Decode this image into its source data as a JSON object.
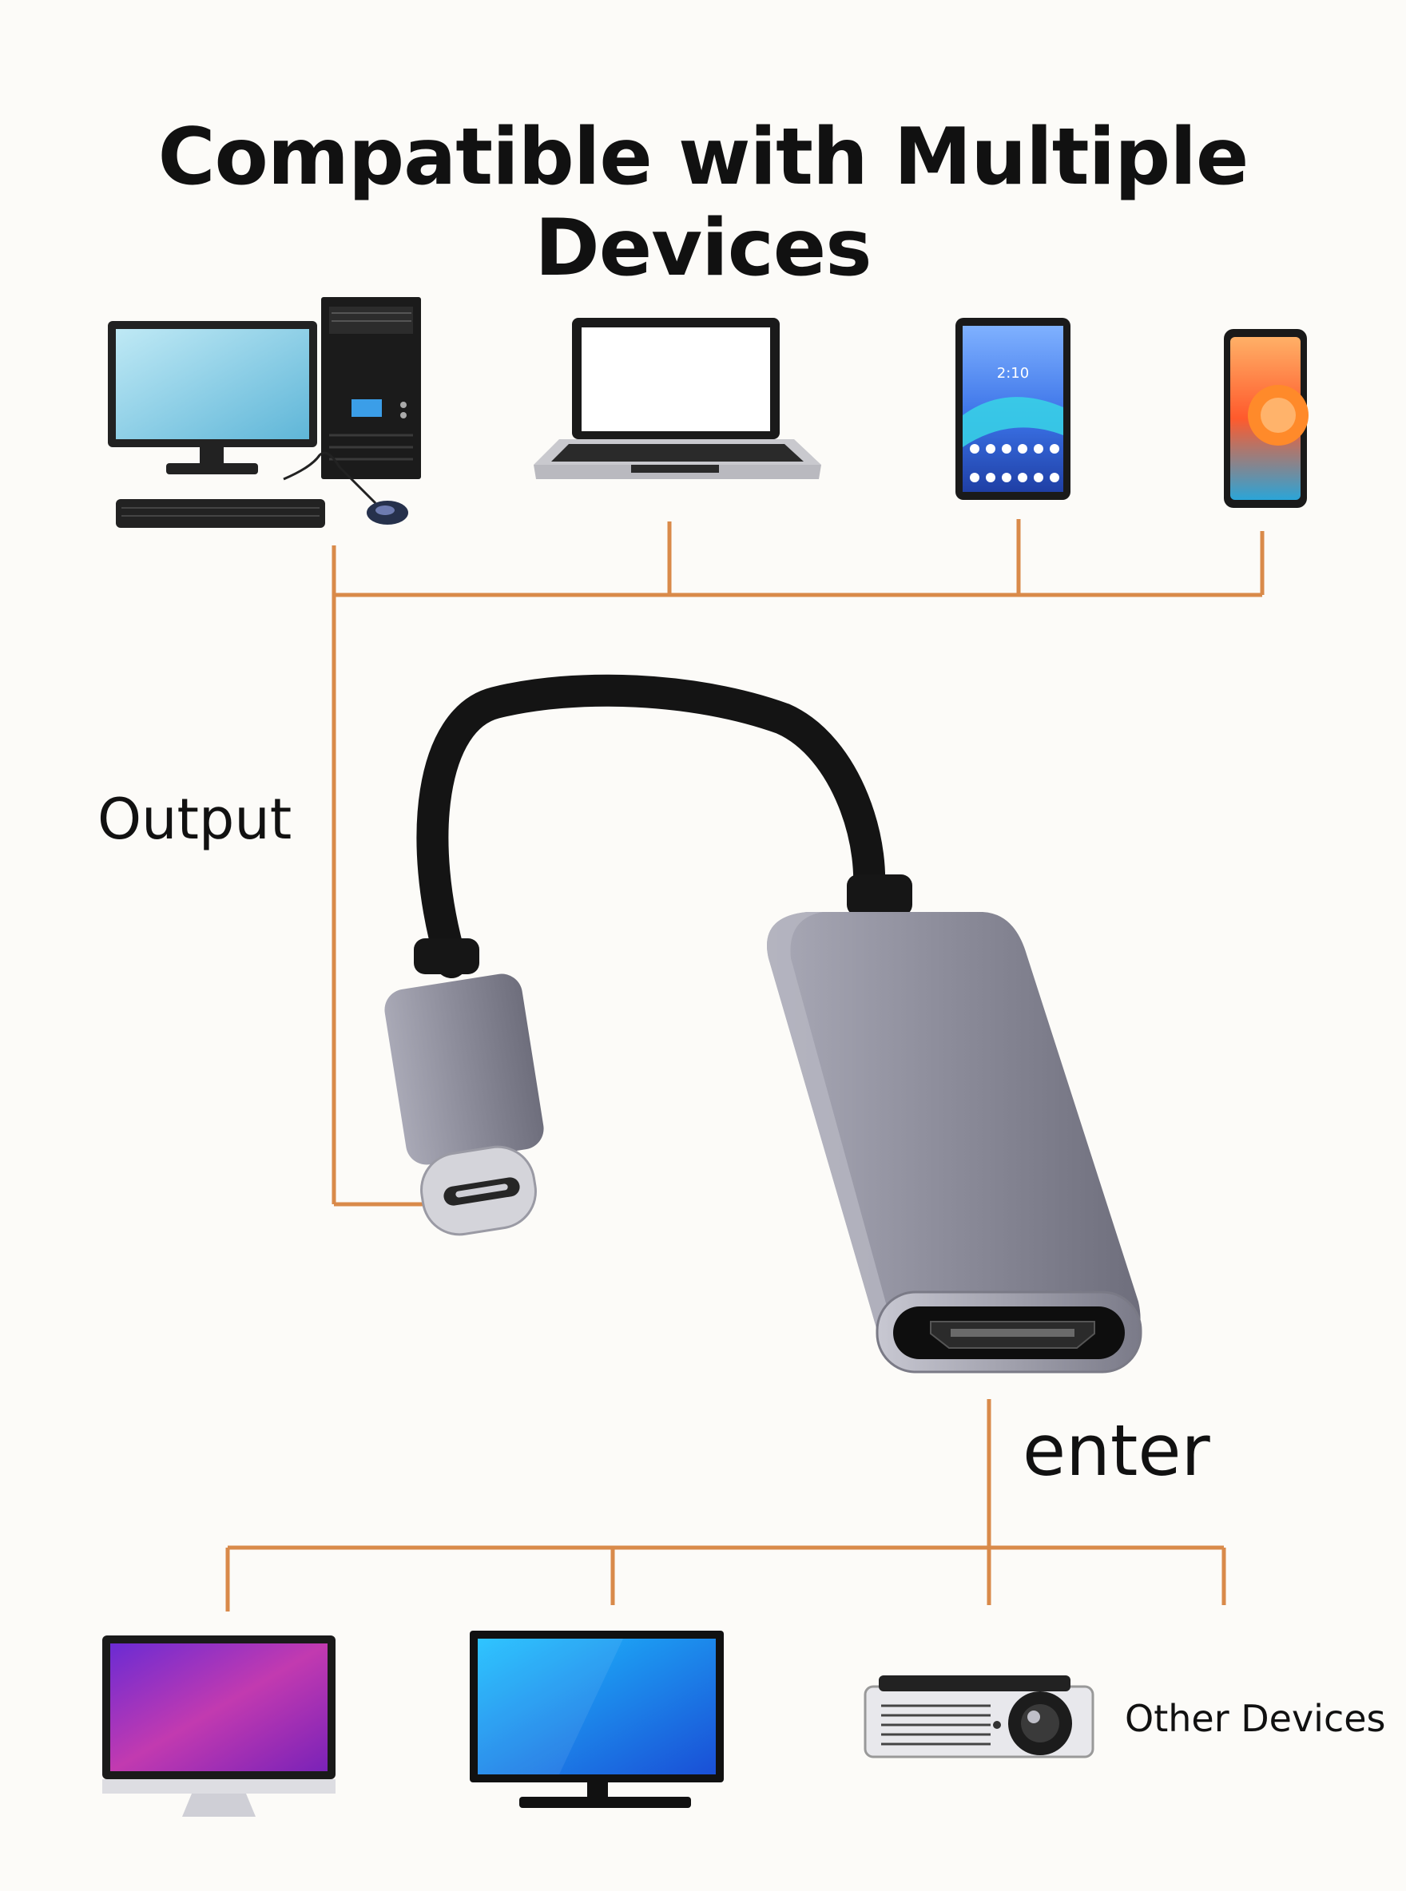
{
  "title": "Compatible with Multiple Devices",
  "labels": {
    "output": "Output",
    "input": "enter",
    "other_devices": "Other Devices"
  },
  "tablet_clock": "2:10",
  "colors": {
    "connector_line": "#d98a4a",
    "adapter_body": "#8c8c9b",
    "cable": "#111111",
    "background": "#fcfbf8"
  },
  "icons": {
    "source_devices": [
      "desktop-computer-icon",
      "laptop-icon",
      "tablet-icon",
      "phone-icon"
    ],
    "display_devices": [
      "imac-monitor-icon",
      "tv-monitor-icon",
      "projector-icon"
    ]
  }
}
